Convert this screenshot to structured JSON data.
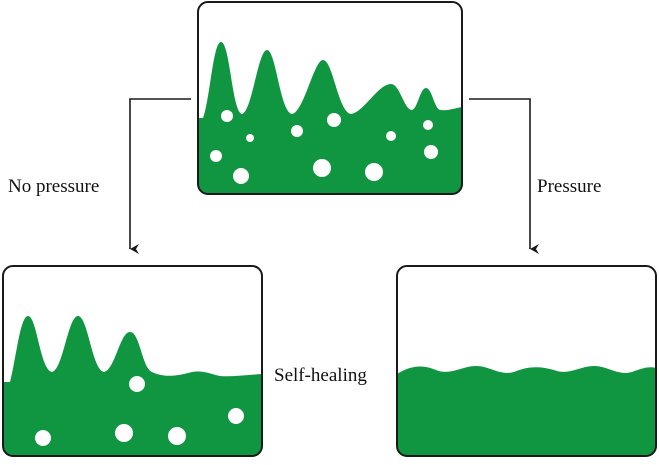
{
  "diagram": {
    "labels": {
      "no_pressure": "No pressure",
      "pressure": "Pressure",
      "self_healing": "Self-healing"
    },
    "colors": {
      "fill": "#109540",
      "outline": "#1a1a1a",
      "bubble": "#ffffff"
    }
  }
}
